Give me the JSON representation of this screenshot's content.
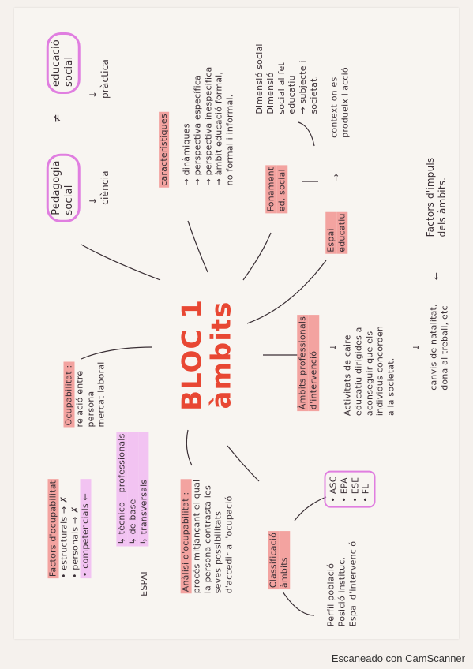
{
  "center": {
    "title_line1": "BLOC 1",
    "title_line2": "àmbits"
  },
  "pedagogia": {
    "word1": "Pedagogia",
    "word2": "social",
    "arrow": "↓",
    "ciencia": "ciència"
  },
  "educacio": {
    "word1": "educació",
    "word2": "social",
    "arrow": "↓",
    "practica": "pràctica",
    "relation": "≠"
  },
  "caracteristiques": {
    "heading": "característiques",
    "items": [
      "→ dinàmiques",
      "→ perspectiva específica",
      "→ perspectiva inespecífica",
      "→ àmbit educació formal,",
      "no formal i informal."
    ]
  },
  "fonament": {
    "heading_line1": "Fonament",
    "heading_line2": "ed. social",
    "items": [
      "Dimensió social",
      "Dimensió",
      "social al fet",
      "educatiu",
      "→ subjecte i",
      "societat."
    ]
  },
  "espai": {
    "heading_line1": "Espai",
    "heading_line2": "educatiu",
    "arrow": "→",
    "context_line1": "context on es",
    "context_line2": "produeix l'acció"
  },
  "factors_impuls": {
    "line1": "Factors d'impuls",
    "line2": "dels àmbits.",
    "arrow": "←"
  },
  "ambits_prof": {
    "heading_line1": "Àmbits professionals",
    "heading_line2": "d'intervenció",
    "arrow": "↓",
    "lines": [
      "Activitats de caire",
      "educatiu dirigides a",
      "aconseguir que els",
      "individus concorden",
      "a la societat."
    ],
    "arrow2": "↓",
    "canvis_line1": "canvis de natalitat,",
    "canvis_line2": "dona al treball, etc"
  },
  "ocupabilitat": {
    "heading": "Ocupabilitat :",
    "lines": [
      "relació entre",
      "persona i",
      "mercat laboral"
    ]
  },
  "factors_ocup": {
    "heading": "Factors d'ocupabilitat",
    "items": [
      "• estructurals → ✗",
      "• personals → ✗",
      "• competencials ←"
    ]
  },
  "espai_comp": {
    "label": "ESPAI",
    "items": [
      "↳ tècnico - professionals",
      "↳ de base",
      "↳ transversals"
    ]
  },
  "analisi": {
    "heading": "Anàlisi d'ocupabilitat :",
    "lines": [
      "procés mitjançant el qual",
      "la persona contrasta les",
      "seves possibilitats",
      "d'accedir a l'ocupació"
    ]
  },
  "classificacio": {
    "heading_line1": "Classificació",
    "heading_line2": "àmbits",
    "list": [
      "• ASC",
      "• EPA",
      "• ESE",
      "• FL"
    ],
    "perfil": [
      "Perfil població",
      "Posició instituc.",
      "Espai d'intervenció"
    ]
  },
  "footer": {
    "scan": "Escaneado con CamScanner"
  }
}
